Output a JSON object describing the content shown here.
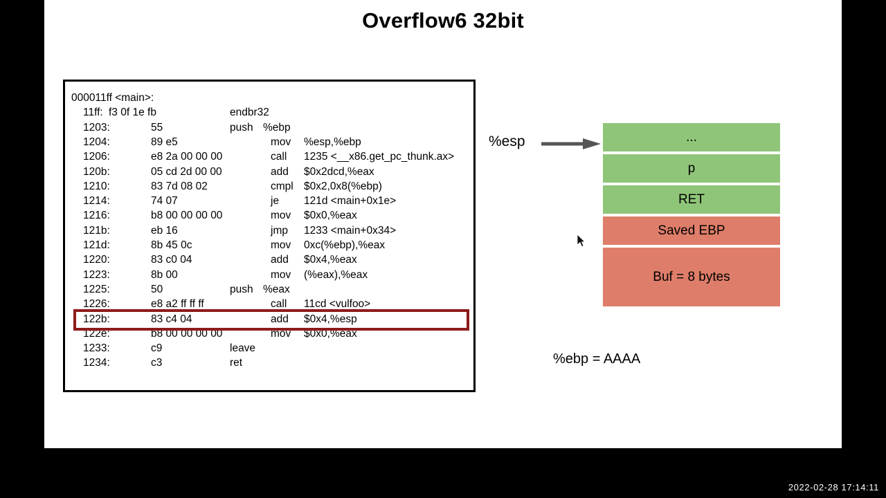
{
  "slide": {
    "title": "Overflow6 32bit",
    "background": "#ffffff",
    "letterbox_color": "#000000"
  },
  "disassembly": {
    "header": "000011ff <main>:",
    "highlight_color": "#8e1b1a",
    "highlighted_address": "122b",
    "rows": [
      {
        "addr": "11ff:",
        "bytes": "f3 0f 1e fb",
        "mnemonic": "endbr32",
        "operands": "",
        "tab": "early",
        "tight": true
      },
      {
        "addr": "1203:",
        "bytes": "55",
        "mnemonic": "push",
        "operands": "%ebp",
        "tab": "early",
        "tight": false
      },
      {
        "addr": "1204:",
        "bytes": "89 e5",
        "mnemonic": "mov",
        "operands": "%esp,%ebp",
        "tab": "late",
        "tight": false
      },
      {
        "addr": "1206:",
        "bytes": "e8 2a 00 00 00",
        "mnemonic": "call",
        "operands": "1235 <__x86.get_pc_thunk.ax>",
        "tab": "late",
        "tight": false
      },
      {
        "addr": "120b:",
        "bytes": "05 cd 2d 00 00",
        "mnemonic": "add",
        "operands": "$0x2dcd,%eax",
        "tab": "late",
        "tight": false
      },
      {
        "addr": "1210:",
        "bytes": "83 7d 08 02",
        "mnemonic": "cmpl",
        "operands": "$0x2,0x8(%ebp)",
        "tab": "late",
        "tight": false
      },
      {
        "addr": "1214:",
        "bytes": "74 07",
        "mnemonic": "je",
        "operands": "121d <main+0x1e>",
        "tab": "late",
        "tight": false
      },
      {
        "addr": "1216:",
        "bytes": "b8 00 00 00 00",
        "mnemonic": "mov",
        "operands": "$0x0,%eax",
        "tab": "late",
        "tight": false
      },
      {
        "addr": "121b:",
        "bytes": "eb 16",
        "mnemonic": "jmp",
        "operands": "1233 <main+0x34>",
        "tab": "late",
        "tight": false
      },
      {
        "addr": "121d:",
        "bytes": "8b 45 0c",
        "mnemonic": "mov",
        "operands": "0xc(%ebp),%eax",
        "tab": "late",
        "tight": false
      },
      {
        "addr": "1220:",
        "bytes": "83 c0 04",
        "mnemonic": "add",
        "operands": "$0x4,%eax",
        "tab": "late",
        "tight": false
      },
      {
        "addr": "1223:",
        "bytes": "8b 00",
        "mnemonic": "mov",
        "operands": "(%eax),%eax",
        "tab": "late",
        "tight": false
      },
      {
        "addr": "1225:",
        "bytes": "50",
        "mnemonic": "push",
        "operands": "%eax",
        "tab": "early",
        "tight": false
      },
      {
        "addr": "1226:",
        "bytes": "e8 a2 ff ff ff",
        "mnemonic": "call",
        "operands": "11cd <vulfoo>",
        "tab": "late",
        "tight": false
      },
      {
        "addr": "122b:",
        "bytes": "83 c4 04",
        "mnemonic": "add",
        "operands": "$0x4,%esp",
        "tab": "late",
        "tight": false
      },
      {
        "addr": "122e:",
        "bytes": "b8 00 00 00 00",
        "mnemonic": "mov",
        "operands": "$0x0,%eax",
        "tab": "late",
        "tight": false
      },
      {
        "addr": "1233:",
        "bytes": "c9",
        "mnemonic": "leave",
        "operands": "",
        "tab": "early",
        "tight": false
      },
      {
        "addr": "1234:",
        "bytes": "c3",
        "mnemonic": "ret",
        "operands": "",
        "tab": "early",
        "tight": false
      }
    ]
  },
  "stack": {
    "pointer_label": "%esp",
    "green_color": "#8fc578",
    "red_color": "#de7d69",
    "blocks": [
      {
        "label": "...",
        "color": "#8fc578",
        "height": 41
      },
      {
        "label": "p",
        "color": "#8fc578",
        "height": 41
      },
      {
        "label": "RET",
        "color": "#8fc578",
        "height": 41
      },
      {
        "label": "Saved EBP",
        "color": "#de7d69",
        "height": 41
      },
      {
        "label": "Buf = 8 bytes",
        "color": "#de7d69",
        "height": 85
      }
    ],
    "note": "%ebp = AAAA"
  },
  "overlay": {
    "timestamp": "2022-02-28 17:14:11"
  }
}
